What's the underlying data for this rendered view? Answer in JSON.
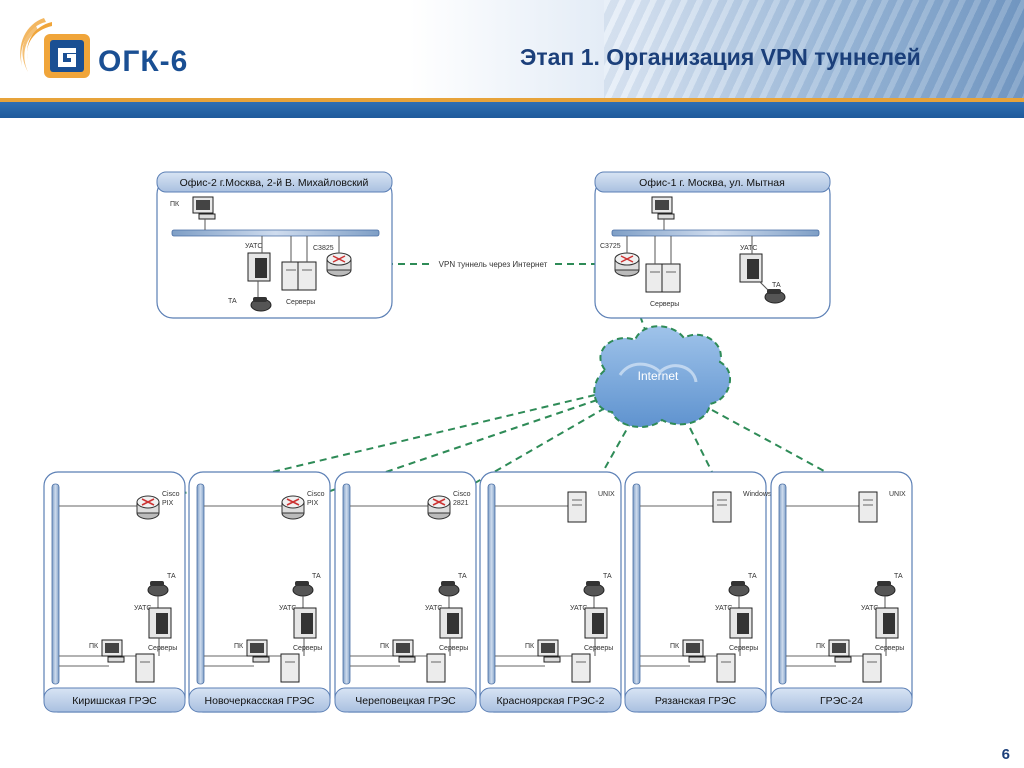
{
  "header": {
    "logo_text": "ОГК-6",
    "title": "Этап 1. Организация VPN туннелей"
  },
  "page_number": "6",
  "colors": {
    "accent_orange": "#e7a33a",
    "brand_blue": "#1a4f93",
    "vpn_line": "#2e8b57",
    "panel_blue": "#bcd0ea"
  },
  "offices": [
    {
      "title": "Офис-2 г.Москва, 2-й В. Михайловский",
      "pc_label": "ПК",
      "pbx_label": "УАТС",
      "phone_label": "ТА",
      "servers_label": "Серверы",
      "router_label": "C3825"
    },
    {
      "title": "Офис-1 г. Москва, ул. Мытная",
      "router_label": "C3725",
      "servers_label": "Серверы",
      "pbx_label": "УАТС",
      "phone_label": "ТА"
    }
  ],
  "vpn_label": "VPN туннель через Интернет",
  "internet_label": "Internet",
  "stations": [
    {
      "name": "Киришская ГРЭС",
      "gateway": "Cisco PIX",
      "gateway_line1": "Cisco",
      "gateway_line2": "PIX",
      "phone": "ТА",
      "pbx": "УАТС",
      "pc": "ПК",
      "servers": "Серверы"
    },
    {
      "name": "Новочеркасская ГРЭС",
      "gateway": "Cisco PIX",
      "gateway_line1": "Cisco",
      "gateway_line2": "PIX",
      "phone": "ТА",
      "pbx": "УАТС",
      "pc": "ПК",
      "servers": "Серверы"
    },
    {
      "name": "Череповецкая ГРЭС",
      "gateway": "Cisco 2821",
      "gateway_line1": "Cisco",
      "gateway_line2": "2821",
      "phone": "ТА",
      "pbx": "УАТС",
      "pc": "ПК",
      "servers": "Серверы"
    },
    {
      "name": "Красноярская ГРЭС-2",
      "gateway": "UNIX",
      "gateway_line1": "UNIX",
      "gateway_line2": "",
      "phone": "ТА",
      "pbx": "УАТС",
      "pc": "ПК",
      "servers": "Серверы"
    },
    {
      "name": "Рязанская ГРЭС",
      "gateway": "Windows",
      "gateway_line1": "Windows",
      "gateway_line2": "",
      "phone": "ТА",
      "pbx": "УАТС",
      "pc": "ПК",
      "servers": "Серверы"
    },
    {
      "name": "ГРЭС-24",
      "gateway": "UNIX",
      "gateway_line1": "UNIX",
      "gateway_line2": "",
      "phone": "ТА",
      "pbx": "УАТС",
      "pc": "ПК",
      "servers": "Серверы"
    }
  ]
}
